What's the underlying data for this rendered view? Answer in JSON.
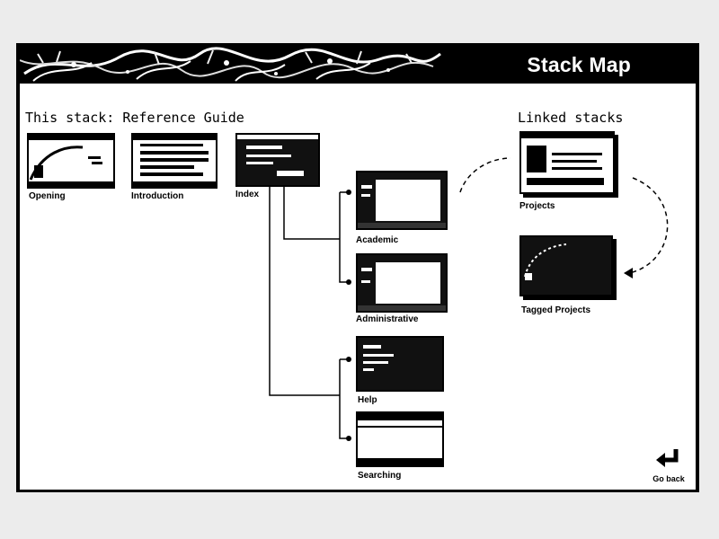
{
  "header": {
    "title": "Stack Map"
  },
  "this_stack": {
    "heading": "This stack: Reference Guide",
    "cards": [
      {
        "label": "Opening"
      },
      {
        "label": "Introduction"
      },
      {
        "label": "Index"
      },
      {
        "label": "Academic"
      },
      {
        "label": "Administrative"
      },
      {
        "label": "Help"
      },
      {
        "label": "Searching"
      }
    ]
  },
  "linked": {
    "heading": "Linked stacks",
    "cards": [
      {
        "label": "Projects"
      },
      {
        "label": "Tagged Projects"
      }
    ]
  },
  "footer": {
    "go_back_label": "Go back",
    "go_back_icon": "return-arrow-icon"
  }
}
